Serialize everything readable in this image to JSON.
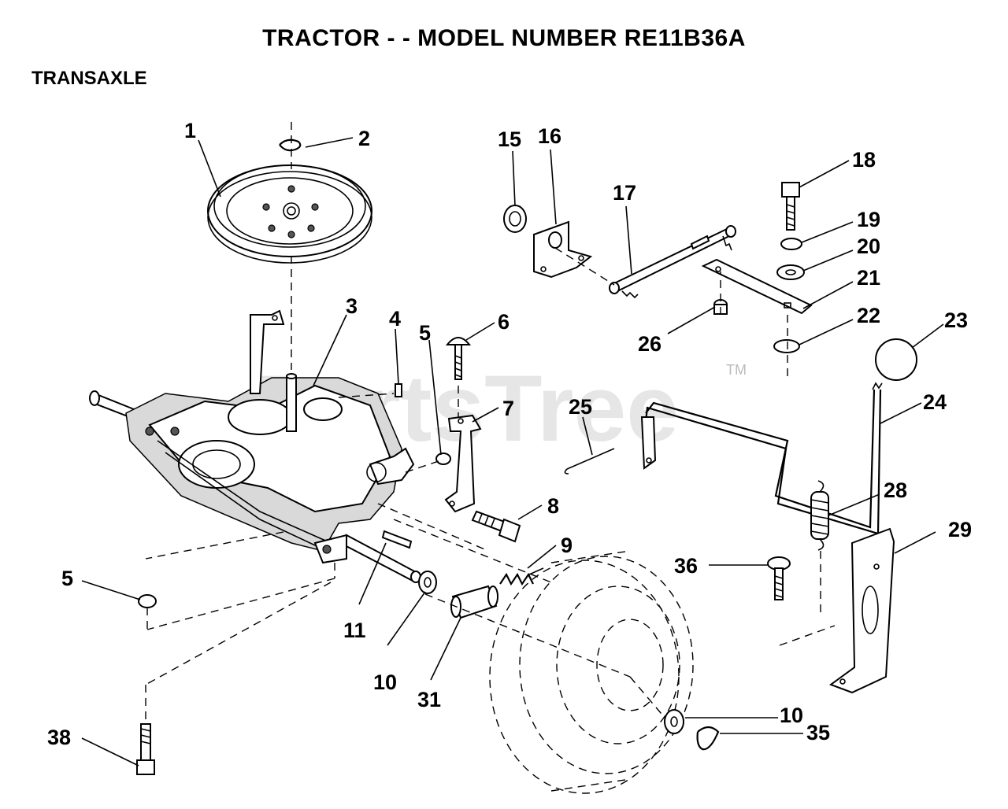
{
  "header": {
    "title": "TRACTOR - - MODEL NUMBER RE11B36A",
    "section": "TRANSAXLE"
  },
  "watermark": {
    "text": "PartsTree",
    "mark": "TM"
  },
  "callouts": [
    "1",
    "2",
    "3",
    "4",
    "5",
    "6",
    "7",
    "8",
    "9",
    "10",
    "11",
    "15",
    "16",
    "17",
    "18",
    "19",
    "20",
    "21",
    "22",
    "23",
    "24",
    "25",
    "26",
    "28",
    "29",
    "31",
    "35",
    "36",
    "38"
  ],
  "labels": {
    "n1": "1",
    "n2": "2",
    "n3": "3",
    "n4": "4",
    "n5a": "5",
    "n5b": "5",
    "n6": "6",
    "n7": "7",
    "n8": "8",
    "n9": "9",
    "n10a": "10",
    "n10b": "10",
    "n11": "11",
    "n15": "15",
    "n16": "16",
    "n17": "17",
    "n18": "18",
    "n19": "19",
    "n20": "20",
    "n21": "21",
    "n22": "22",
    "n23": "23",
    "n24": "24",
    "n25": "25",
    "n26": "26",
    "n28": "28",
    "n29": "29",
    "n31": "31",
    "n35": "35",
    "n36": "36",
    "n38": "38"
  },
  "colors": {
    "ink": "#000000",
    "background": "#ffffff",
    "watermark": "#c8c8c8"
  }
}
